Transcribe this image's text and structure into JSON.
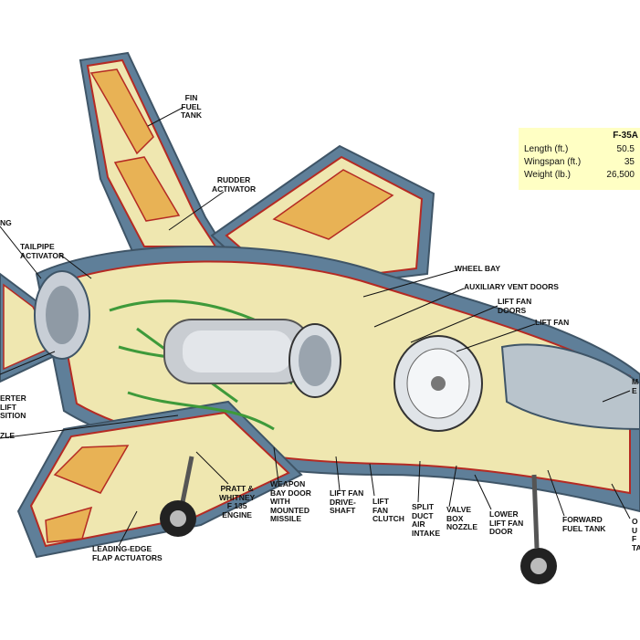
{
  "specs": {
    "title": "F-35A",
    "rows": [
      {
        "label": "Length (ft.)",
        "value": "50.5"
      },
      {
        "label": "Wingspan (ft.)",
        "value": "35"
      },
      {
        "label": "Weight (lb.)",
        "value": "26,500"
      }
    ]
  },
  "labels": {
    "fin_fuel_tank": "FIN\nFUEL\nTANK",
    "rudder_activator": "RUDDER\nACTIVATOR",
    "ng_fragment": "NG",
    "tailpipe_activator": "TAILPIPE\nACTIVATOR",
    "wheel_bay": "WHEEL BAY",
    "auxiliary_vent_doors": "AUXILIARY VENT DOORS",
    "lift_fan_doors": "LIFT FAN\nDOORS",
    "lift_fan": "LIFT FAN",
    "right_edge_fragment": "M\nE",
    "converter_lift_position": "ERTER\nLIFT\nSITION",
    "nozzle_fragment": "ZLE",
    "pratt_whitney_engine": "PRATT &\nWHITNEY\nF 135\nENGINE",
    "weapon_bay_door": "WEAPON\nBAY DOOR\nWITH\nMOUNTED\nMISSILE",
    "lift_fan_driveshaft": "LIFT FAN\nDRIVE-\nSHAFT",
    "lift_fan_clutch": "LIFT\nFAN\nCLUTCH",
    "split_duct_air_intake": "SPLIT\nDUCT\nAIR\nINTAKE",
    "valve_box_nozzle": "VALVE\nBOX\nNOZZLE",
    "lower_lift_fan_door": "LOWER\nLIFT FAN\nDOOR",
    "forward_fuel_tank": "FORWARD\nFUEL TANK",
    "bottom_right_fragment": "O\nU\nF\nTA",
    "leading_edge_flap_actuators": "LEADING-EDGE\nFLAP ACTUATORS"
  },
  "colors": {
    "airframe_blue": "#5f7f99",
    "interior_cream": "#efe7b0",
    "fuel_tank_orange": "#e8b255",
    "outline_red": "#b52a23",
    "hydraulic_green": "#3e9a3a",
    "specs_box": "#ffffc4"
  }
}
